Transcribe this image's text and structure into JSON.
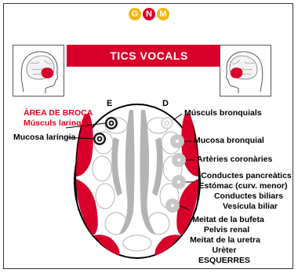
{
  "logo": {
    "letters": [
      "G",
      "N",
      "M"
    ],
    "colors": [
      "#f2b705",
      "#d8002b",
      "#f2b705"
    ]
  },
  "title": "TICS VOCALS",
  "sides": {
    "left": "E",
    "right": "D"
  },
  "labels": {
    "area_broca": "ÀREA DE BROCA",
    "musculs_laringis": "Músculs laringis",
    "mucosa_laringia": "Mucosa laríngia",
    "musculs_bronquials": "Músculs bronquials",
    "mucosa_bronquial": "Mucosa bronquial",
    "arteries_coronaries": "Artèries coronàries",
    "conductes_pancreatics": "Conductes pancreàtics",
    "estomac": "Estómac (curv. menor)",
    "conductes_biliars": "Conductes biliars",
    "vesicula_biliar": "Vesícula biliar",
    "meitat_bufeta": "Meitat de la bufeta",
    "pelvis_renal": "Pelvis renal",
    "meitat_uretra": "Meitat de la uretra",
    "ureter": "Urèter",
    "esquerres": "ESQUERRES"
  },
  "colors": {
    "accent": "#d8002b",
    "gray": "#b3b3b3",
    "dark": "#1a1a1a"
  }
}
